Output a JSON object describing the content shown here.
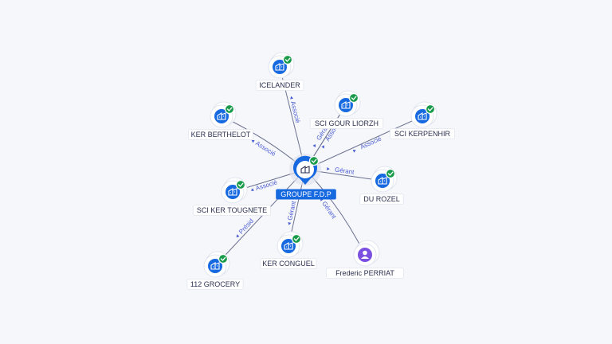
{
  "center": {
    "label": "GROUPE F.D.P",
    "icon": "building-icon",
    "verified": true
  },
  "nodes": [
    {
      "id": "icelander",
      "label": "ICELANDER",
      "type": "company",
      "icon": "building-icon",
      "verified": true
    },
    {
      "id": "sci-gour-liorzh",
      "label": "SCI GOUR LIORZH",
      "type": "company",
      "icon": "building-icon",
      "verified": true
    },
    {
      "id": "sci-kerpenhir",
      "label": "SCI KERPENHIR",
      "type": "company",
      "icon": "building-icon",
      "verified": true
    },
    {
      "id": "ker-berthelot",
      "label": "KER BERTHELOT",
      "type": "company",
      "icon": "building-icon",
      "verified": true
    },
    {
      "id": "du-rozel",
      "label": "DU ROZEL",
      "type": "company",
      "icon": "building-icon",
      "verified": true
    },
    {
      "id": "sci-ker-tougnete",
      "label": "SCI KER TOUGNETE",
      "type": "company",
      "icon": "building-icon",
      "verified": true
    },
    {
      "id": "ker-conguel",
      "label": "KER CONGUEL",
      "type": "company",
      "icon": "building-icon",
      "verified": true
    },
    {
      "id": "112-grocery",
      "label": "112 GROCERY",
      "type": "company",
      "icon": "building-icon",
      "verified": true
    },
    {
      "id": "frederic-perriat",
      "label": "Frederic PERRIAT",
      "type": "person",
      "icon": "person-icon",
      "verified": false
    }
  ],
  "edges": [
    {
      "from": "center",
      "to": "icelander",
      "label": "Associé"
    },
    {
      "from": "center",
      "to": "sci-gour-liorzh",
      "label": "Associé"
    },
    {
      "from": "center",
      "to": "sci-gour-liorzh",
      "label": "Gérant"
    },
    {
      "from": "center",
      "to": "sci-kerpenhir",
      "label": "Associé"
    },
    {
      "from": "center",
      "to": "ker-berthelot",
      "label": "Associé"
    },
    {
      "from": "center",
      "to": "du-rozel",
      "label": "Gérant"
    },
    {
      "from": "center",
      "to": "sci-ker-tougnete",
      "label": "Associé"
    },
    {
      "from": "center",
      "to": "ker-conguel",
      "label": "Gérant"
    },
    {
      "from": "center",
      "to": "112-grocery",
      "label": "Présid"
    },
    {
      "from": "frederic-perriat",
      "to": "center",
      "label": "Gérant"
    }
  ],
  "colors": {
    "company": "#1769e0",
    "person": "#7b4fe0",
    "verified": "#1a9b4b",
    "edge": "#6c7290",
    "edge_label": "#4a5bd1"
  }
}
